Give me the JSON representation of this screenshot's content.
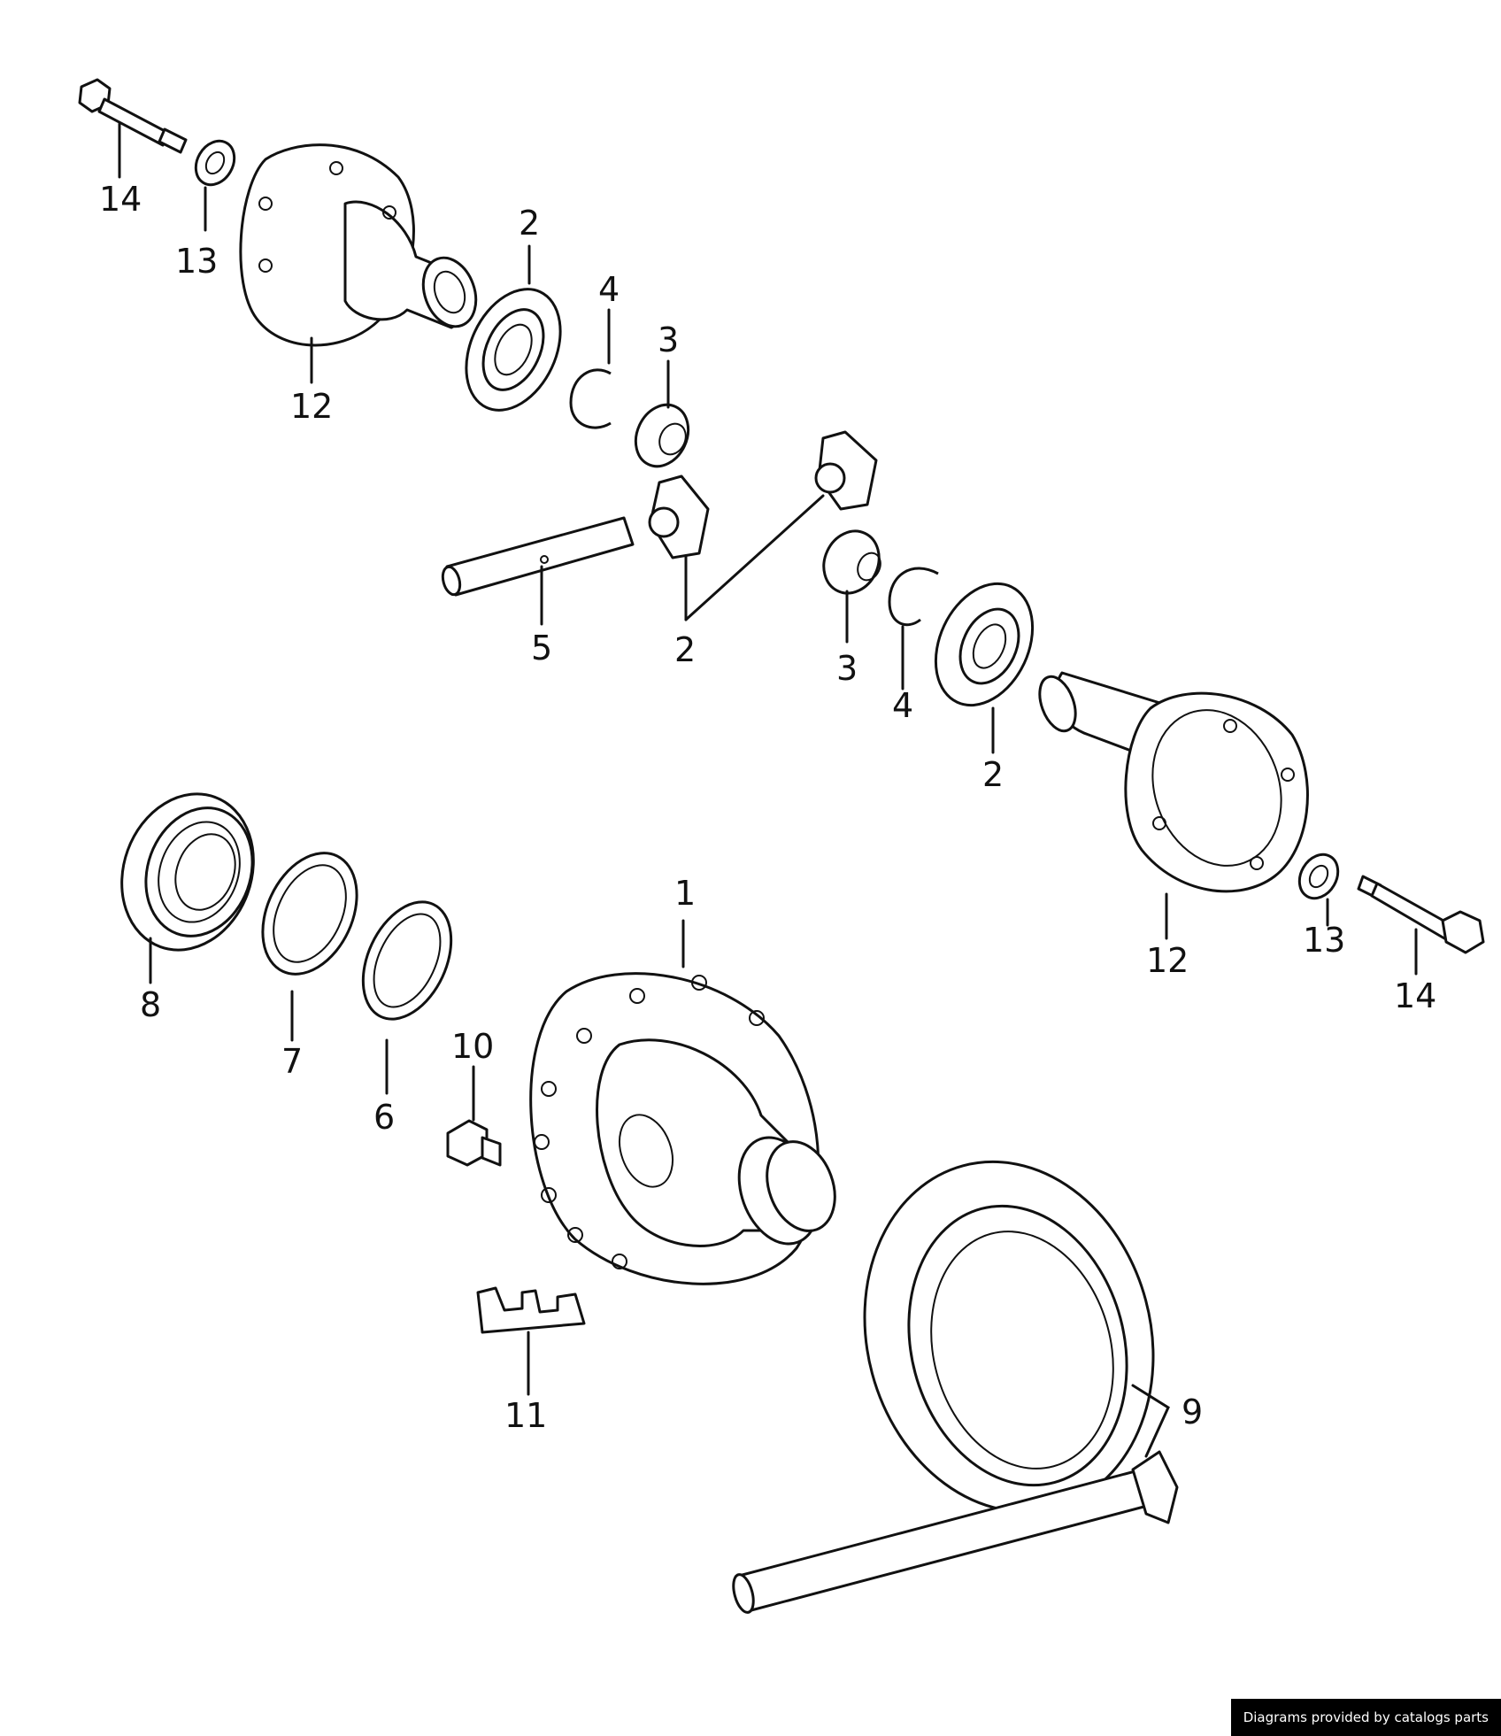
{
  "labels": [
    {
      "id": "1",
      "text": "1"
    },
    {
      "id": "2a",
      "text": "2"
    },
    {
      "id": "2b",
      "text": "2"
    },
    {
      "id": "2c",
      "text": "2"
    },
    {
      "id": "3a",
      "text": "3"
    },
    {
      "id": "3b",
      "text": "3"
    },
    {
      "id": "4a",
      "text": "4"
    },
    {
      "id": "4b",
      "text": "4"
    },
    {
      "id": "5",
      "text": "5"
    },
    {
      "id": "6",
      "text": "6"
    },
    {
      "id": "7",
      "text": "7"
    },
    {
      "id": "8",
      "text": "8"
    },
    {
      "id": "9",
      "text": "9"
    },
    {
      "id": "10",
      "text": "10"
    },
    {
      "id": "11",
      "text": "11"
    },
    {
      "id": "12a",
      "text": "12"
    },
    {
      "id": "12b",
      "text": "12"
    },
    {
      "id": "13a",
      "text": "13"
    },
    {
      "id": "13b",
      "text": "13"
    },
    {
      "id": "14a",
      "text": "14"
    },
    {
      "id": "14b",
      "text": "14"
    }
  ],
  "credit": "Diagrams provided by catalogs parts"
}
